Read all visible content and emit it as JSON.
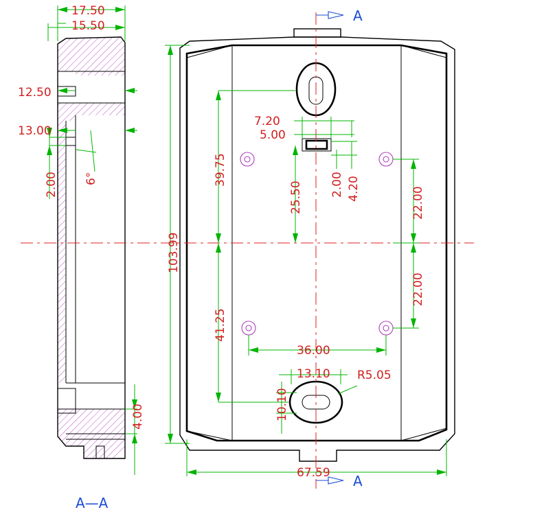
{
  "section_view": {
    "label": "A—A"
  },
  "section_markers": {
    "top": "A",
    "bottom": "A"
  },
  "colors": {
    "outline": "#000000",
    "dimension_lines": "#00b400",
    "dimension_text": "#d21e1e",
    "hatch": "#b040c0",
    "center_line": "#d22222",
    "section_marker": "#1a4bd6"
  },
  "dimensions": {
    "side_total_depth": "17.50",
    "side_inner_depth": "15.50",
    "side_port_depth": "12.50",
    "side_step_depth": "13.00",
    "side_step_height": "2.00",
    "side_draft_angle": "6°",
    "side_bottom_height": "4.00",
    "top_slot_to_center": "39.75",
    "slot_width": "7.20",
    "slot_inner_width": "5.00",
    "clip_to_center": "25.50",
    "clip_height": "2.00",
    "clip_offset": "4.20",
    "hole_pitch_upper": "22.00",
    "hole_pitch_lower": "22.00",
    "overall_height": "103.99",
    "bottom_slot_to_center": "41.25",
    "hole_spacing_horizontal": "36.00",
    "bottom_slot_width": "13.10",
    "bottom_slot_height": "10.10",
    "bottom_slot_radius": "R5.05",
    "overall_width": "67.59"
  }
}
